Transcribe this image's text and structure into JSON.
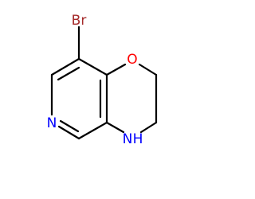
{
  "molecule": {
    "atoms": [
      {
        "id": "br",
        "label": "Br",
        "color": "#a52a2a"
      },
      {
        "id": "o",
        "label": "O",
        "color": "#ff0000"
      },
      {
        "id": "n_ring",
        "label": "N",
        "color": "#0000ff"
      },
      {
        "id": "nh",
        "label": "N",
        "color": "#0000ff"
      },
      {
        "id": "h",
        "label": "H",
        "color": "#0000ff"
      }
    ],
    "bond_color": "#000000"
  }
}
